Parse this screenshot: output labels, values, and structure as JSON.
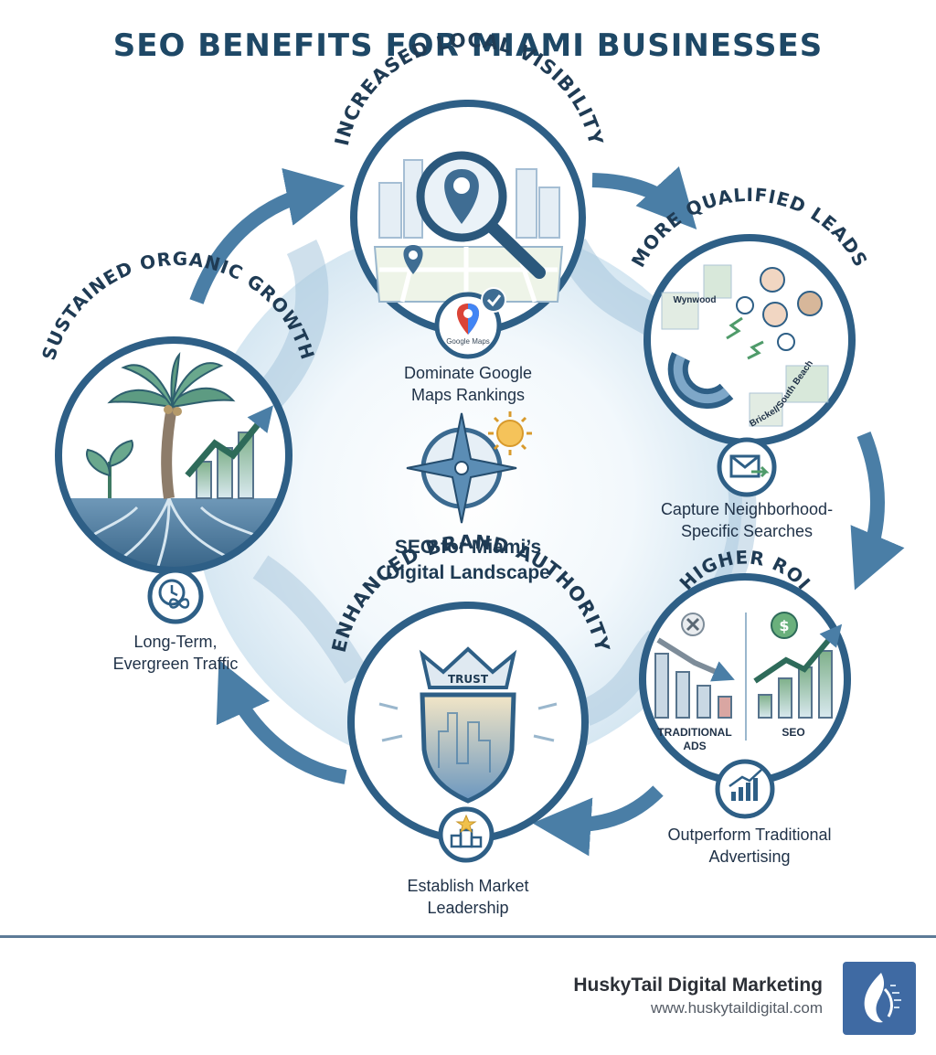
{
  "title": "SEO BENEFITS FOR MIAMI BUSINESSES",
  "center": {
    "line1": "SEO for Miami’s",
    "line2": "Digital Landscape"
  },
  "nodes": {
    "visibility": {
      "heading": "INCREASED LOCAL VISIBILITY",
      "caption_line1": "Dominate Google",
      "caption_line2": "Maps Rankings",
      "badge_label": "Google Maps"
    },
    "leads": {
      "heading": "MORE QUALIFIED LEADS",
      "caption_line1": "Capture Neighborhood-",
      "caption_line2": "Specific Searches",
      "map_labels": [
        "Wynwood",
        "South Beach",
        "Brickell"
      ]
    },
    "roi": {
      "heading": "HIGHER ROI",
      "left_label_line1": "TRADITIONAL",
      "left_label_line2": "ADS",
      "right_label": "SEO",
      "caption_line1": "Outperform Traditional",
      "caption_line2": "Advertising"
    },
    "authority": {
      "heading": "ENHANCED BRAND AUTHORITY",
      "crown_label": "TRUST",
      "caption_line1": "Establish Market",
      "caption_line2": "Leadership"
    },
    "growth": {
      "heading": "SUSTAINED ORGANIC GROWTH",
      "caption_line1": "Long-Term,",
      "caption_line2": "Evergreen Traffic"
    }
  },
  "footer": {
    "company": "HuskyTail Digital Marketing",
    "url": "www.huskytaildigital.com"
  }
}
